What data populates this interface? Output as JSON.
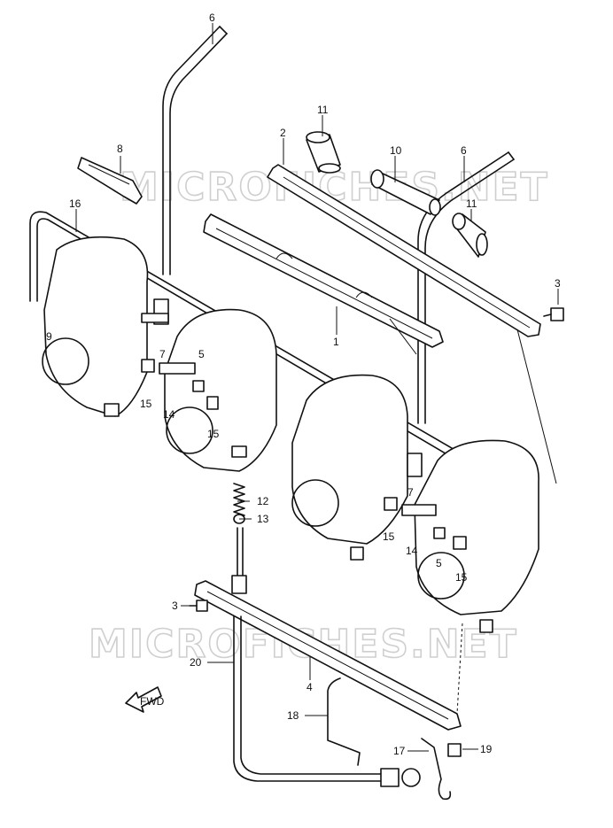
{
  "watermark": {
    "text": "MICROFICHES.NET"
  },
  "fwd_label": "FWD",
  "labels": [
    {
      "id": "l6a",
      "text": "6"
    },
    {
      "id": "l8",
      "text": "8"
    },
    {
      "id": "l11a",
      "text": "11"
    },
    {
      "id": "l2",
      "text": "2"
    },
    {
      "id": "l10",
      "text": "10"
    },
    {
      "id": "l6b",
      "text": "6"
    },
    {
      "id": "l11b",
      "text": "11"
    },
    {
      "id": "l16",
      "text": "16"
    },
    {
      "id": "l3a",
      "text": "3"
    },
    {
      "id": "l1",
      "text": "1"
    },
    {
      "id": "l9",
      "text": "9"
    },
    {
      "id": "l7a",
      "text": "7"
    },
    {
      "id": "l5a",
      "text": "5"
    },
    {
      "id": "l15a",
      "text": "15"
    },
    {
      "id": "l14a",
      "text": "14"
    },
    {
      "id": "l15b",
      "text": "15"
    },
    {
      "id": "l12",
      "text": "12"
    },
    {
      "id": "l13",
      "text": "13"
    },
    {
      "id": "l7b",
      "text": "7"
    },
    {
      "id": "l15c",
      "text": "15"
    },
    {
      "id": "l14b",
      "text": "14"
    },
    {
      "id": "l5b",
      "text": "5"
    },
    {
      "id": "l15d",
      "text": "15"
    },
    {
      "id": "l3b",
      "text": "3"
    },
    {
      "id": "l20",
      "text": "20"
    },
    {
      "id": "l4",
      "text": "4"
    },
    {
      "id": "l18",
      "text": "18"
    },
    {
      "id": "l17",
      "text": "17"
    },
    {
      "id": "l19",
      "text": "19"
    }
  ]
}
